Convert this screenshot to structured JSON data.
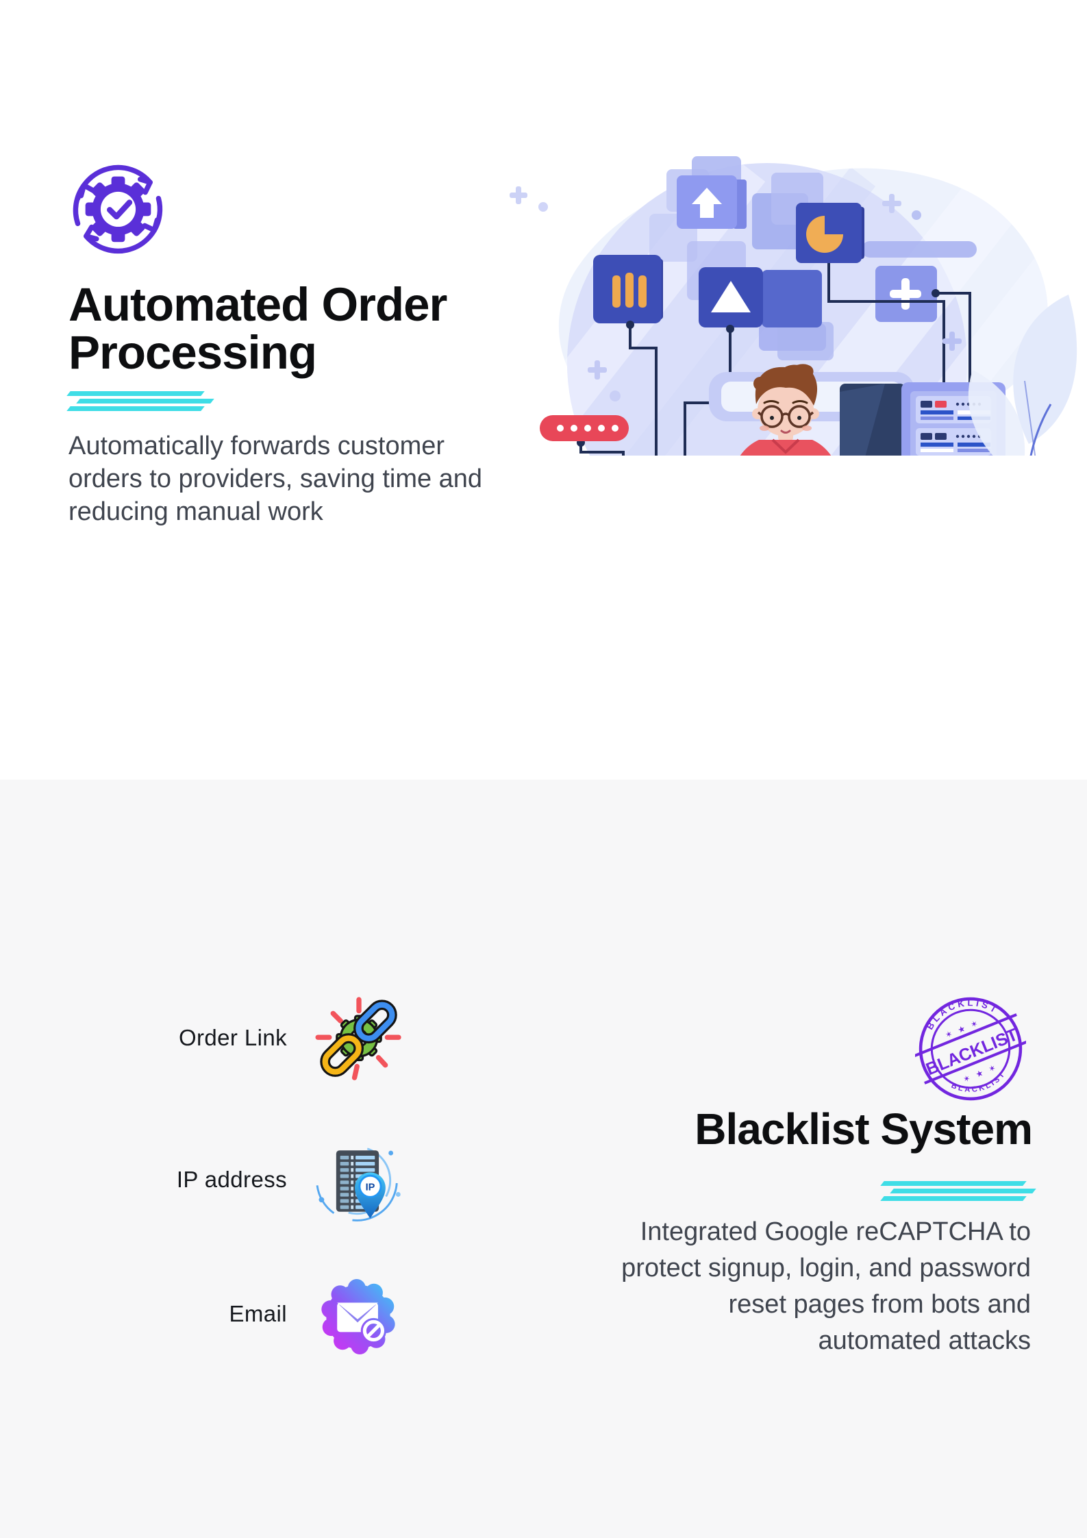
{
  "colors": {
    "page_bg": "#ffffff",
    "section2_bg": "#f7f7f8",
    "accent_teal": "#3fdde6",
    "accent_purple": "#5a2fd8",
    "stamp_purple": "#7226df",
    "heading_color": "#0d0e10",
    "body_color": "#3f444e",
    "illustration_red": "#e84758",
    "illustration_blue": "#3d4eb6"
  },
  "auto_section": {
    "icon": "automation-cycle-gear-icon",
    "title_line1": "Automated Order",
    "title_line2": "Processing",
    "lines": [
      "Automatically forwards customer",
      "orders to providers, saving time and",
      "reducing manual work"
    ],
    "illustration": "developer-with-laptop-and-servers"
  },
  "blacklist_section": {
    "items": [
      {
        "label": "Order Link",
        "icon": "chain-link-icon"
      },
      {
        "label": "IP address",
        "icon": "ip-address-pin-icon",
        "badge": "IP"
      },
      {
        "label": "Email",
        "icon": "email-blocked-icon"
      }
    ],
    "stamp": {
      "word": "BLACKLIST",
      "stars": "✶ ★ ✶",
      "icon": "blacklist-stamp-icon"
    },
    "title": "Blacklist System",
    "lines": [
      "Integrated Google reCAPTCHA to",
      "protect signup, login, and password",
      "reset pages from bots and",
      "automated attacks"
    ]
  }
}
